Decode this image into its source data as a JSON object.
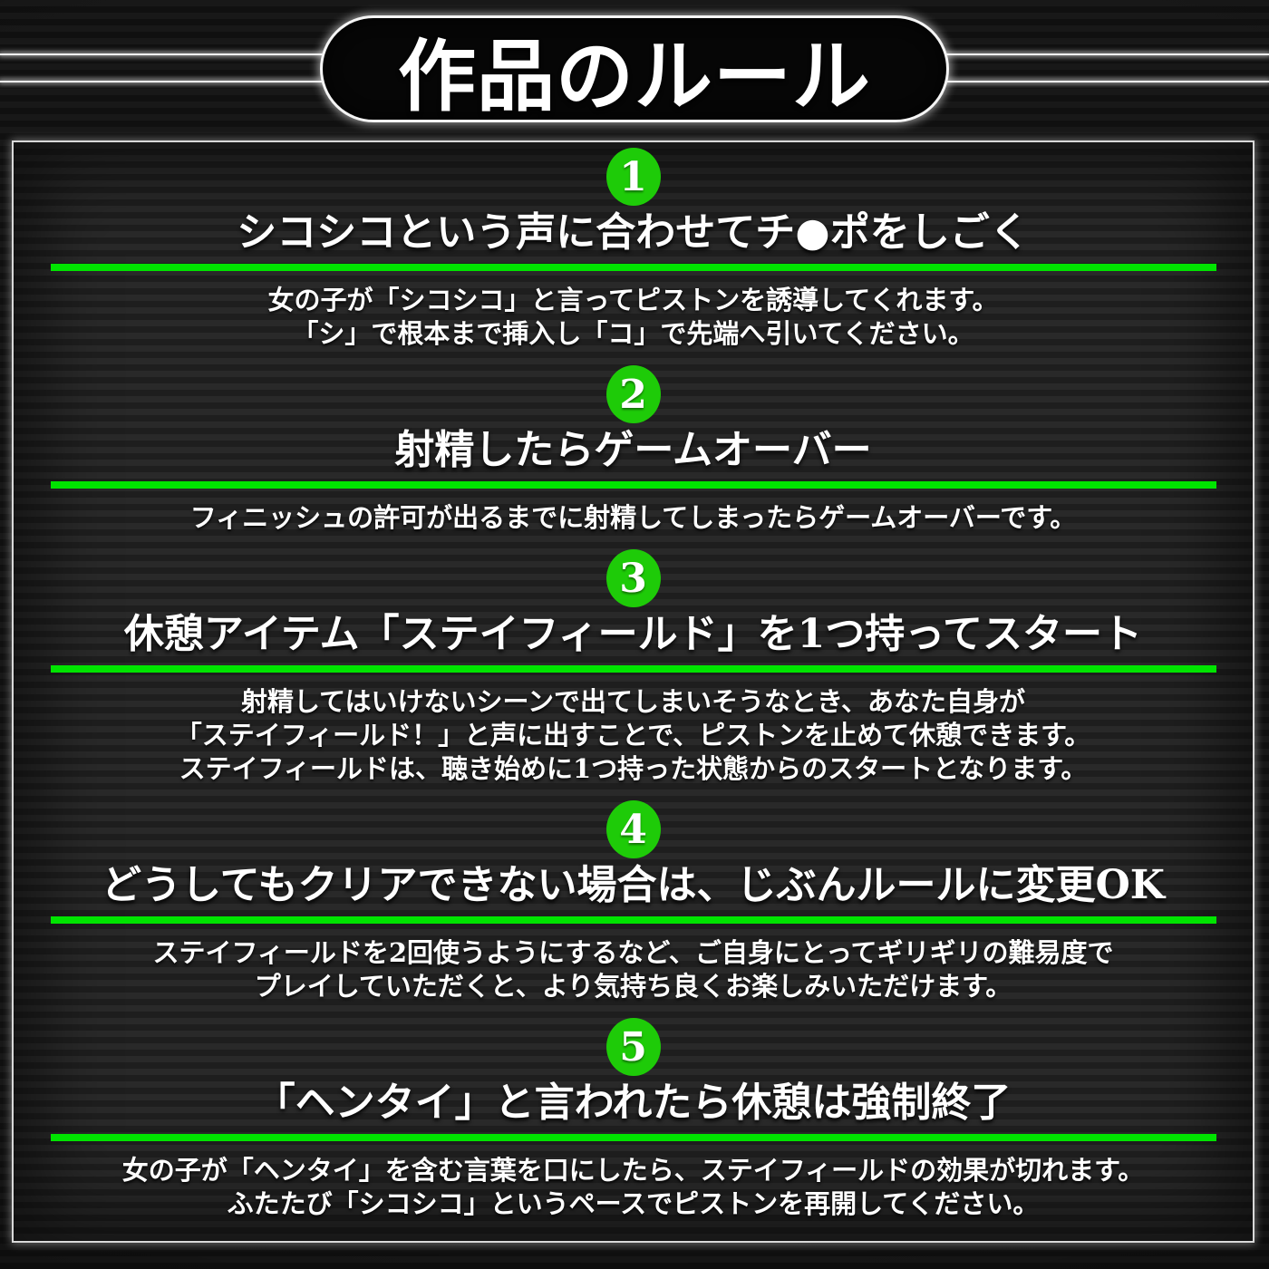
{
  "title": "作品のルール",
  "colors": {
    "number_badge_green": "#1ecb08",
    "divider_green": "#00e400",
    "background_dark": "#1e1e1e",
    "stripe_light": "#292929",
    "text_white": "#ffffff",
    "frame_border": "#d9d9d9"
  },
  "sections": [
    {
      "number": "1",
      "heading": "シコシコという声に合わせてチ●ポをしごく",
      "body": [
        "女の子が「シコシコ」と言ってピストンを誘導してくれます。",
        "「シ」で根本まで挿入し「コ」で先端へ引いてください。"
      ]
    },
    {
      "number": "2",
      "heading": "射精したらゲームオーバー",
      "body": [
        "フィニッシュの許可が出るまでに射精してしまったらゲームオーバーです。"
      ]
    },
    {
      "number": "3",
      "heading": "休憩アイテム「ステイフィールド」を1つ持ってスタート",
      "body": [
        "射精してはいけないシーンで出てしまいそうなとき、あなた自身が",
        "「ステイフィールド！」と声に出すことで、ピストンを止めて休憩できます。",
        "ステイフィールドは、聴き始めに1つ持った状態からのスタートとなります。"
      ]
    },
    {
      "number": "4",
      "heading": "どうしてもクリアできない場合は、じぶんルールに変更OK",
      "body": [
        "ステイフィールドを2回使うようにするなど、ご自身にとってギリギリの難易度で",
        "プレイしていただくと、より気持ち良くお楽しみいただけます。"
      ]
    },
    {
      "number": "5",
      "heading": "「ヘンタイ」と言われたら休憩は強制終了",
      "body": [
        "女の子が「ヘンタイ」を含む言葉を口にしたら、ステイフィールドの効果が切れます。",
        "ふたたび「シコシコ」というペースでピストンを再開してください。"
      ]
    }
  ]
}
